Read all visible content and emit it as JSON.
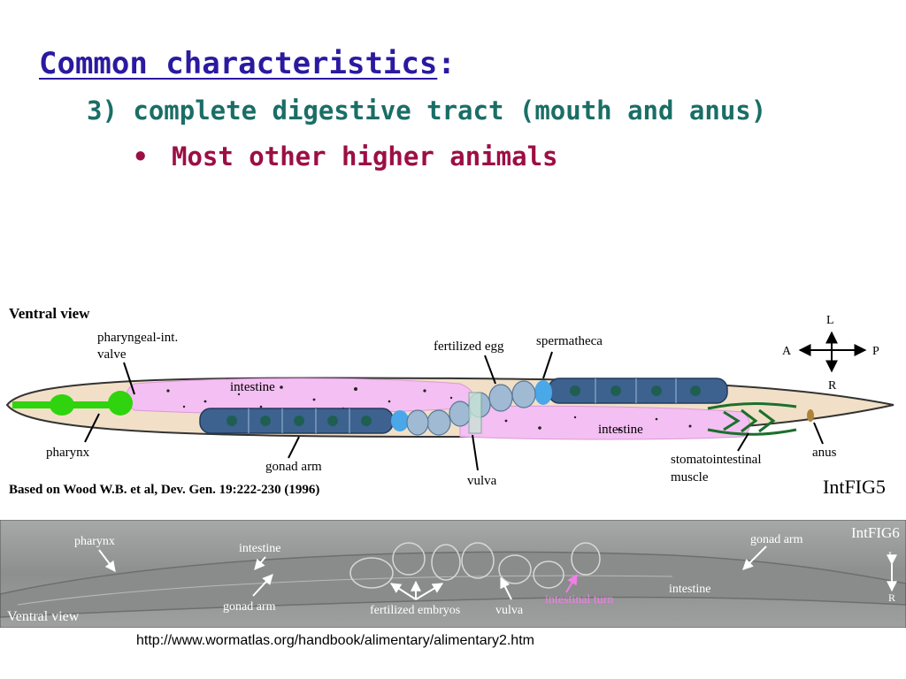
{
  "slide": {
    "title": "Common characteristics",
    "title_colon": ":",
    "point": "3) complete digestive tract (mouth and anus)",
    "bullet_symbol": "•",
    "bullet": "Most other higher animals",
    "url": "http://www.wormatlas.org/handbook/alimentary/alimentary2.htm"
  },
  "fig5": {
    "view_label": "Ventral view",
    "labels": {
      "valve": "pharyngeal-int.",
      "valve2": "valve",
      "fertilized_egg": "fertilized egg",
      "spermatheca": "spermatheca",
      "intestine_top": "intestine",
      "intestine_bottom": "intestine",
      "pharynx": "pharynx",
      "gonad_arm": "gonad arm",
      "vulva": "vulva",
      "stomato": "stomatointestinal",
      "muscle": "muscle",
      "anus": "anus"
    },
    "compass": {
      "l": "L",
      "r": "R",
      "a": "A",
      "p": "P"
    },
    "citation": "Based on Wood W.B. et al, Dev. Gen. 19:222-230 (1996)",
    "figure_id": "IntFIG5",
    "colors": {
      "body": "#f1e0c7",
      "intestine": "#f4bff2",
      "gonad": "#3d6290",
      "pharynx": "#2fd40f",
      "egg": "#9fbad2"
    }
  },
  "fig6": {
    "figure_id": "IntFIG6",
    "view_label": "Ventral view",
    "labels": {
      "pharynx": "pharynx",
      "intestine1": "intestine",
      "gonad_arm1": "gonad arm",
      "fertilized_embryos": "fertilized embryos",
      "vulva": "vulva",
      "intestinal_turn": "intestinal turn",
      "intestine2": "intestine",
      "gonad_arm2": "gonad arm"
    },
    "compass": {
      "l": "L",
      "r": "R"
    }
  }
}
